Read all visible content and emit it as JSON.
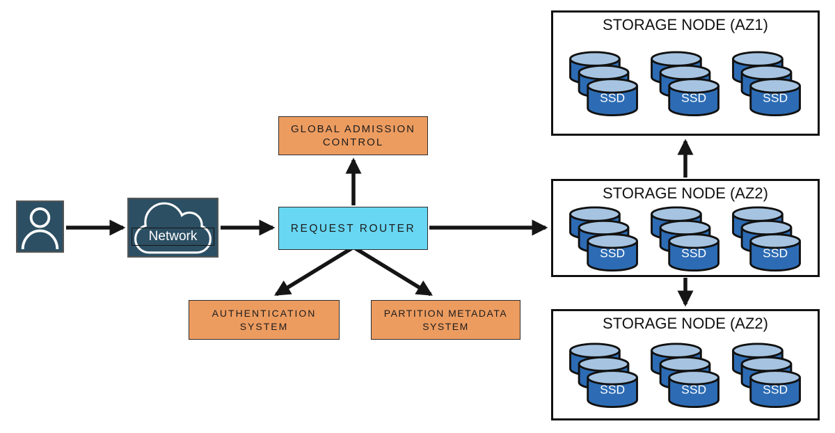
{
  "colors": {
    "panel_blue": "#2C4F63",
    "orange": "#ED9C60",
    "cyan": "#68D7F3",
    "cylinder_body": "#2D6CB4",
    "cylinder_top": "#A6C4E1",
    "arrow": "#151515",
    "node_background": "#FFFFFF"
  },
  "network": {
    "label": "Network"
  },
  "router": {
    "label": "REQUEST ROUTER"
  },
  "admission": {
    "lines": [
      "GLOBAL ADMISSION",
      "CONTROL"
    ]
  },
  "auth": {
    "lines": [
      "AUTHENTICATION",
      "SYSTEM"
    ]
  },
  "partition": {
    "lines": [
      "PARTITION METADATA",
      "SYSTEM"
    ]
  },
  "storage_nodes": [
    {
      "title": "STORAGE NODE (AZ1)",
      "stacks": [
        {
          "label": "SSD"
        },
        {
          "label": "SSD"
        },
        {
          "label": "SSD"
        }
      ]
    },
    {
      "title": "STORAGE NODE (AZ2)",
      "stacks": [
        {
          "label": "SSD"
        },
        {
          "label": "SSD"
        },
        {
          "label": "SSD"
        }
      ]
    },
    {
      "title": "STORAGE NODE (AZ2)",
      "stacks": [
        {
          "label": "SSD"
        },
        {
          "label": "SSD"
        },
        {
          "label": "SSD"
        }
      ]
    }
  ]
}
